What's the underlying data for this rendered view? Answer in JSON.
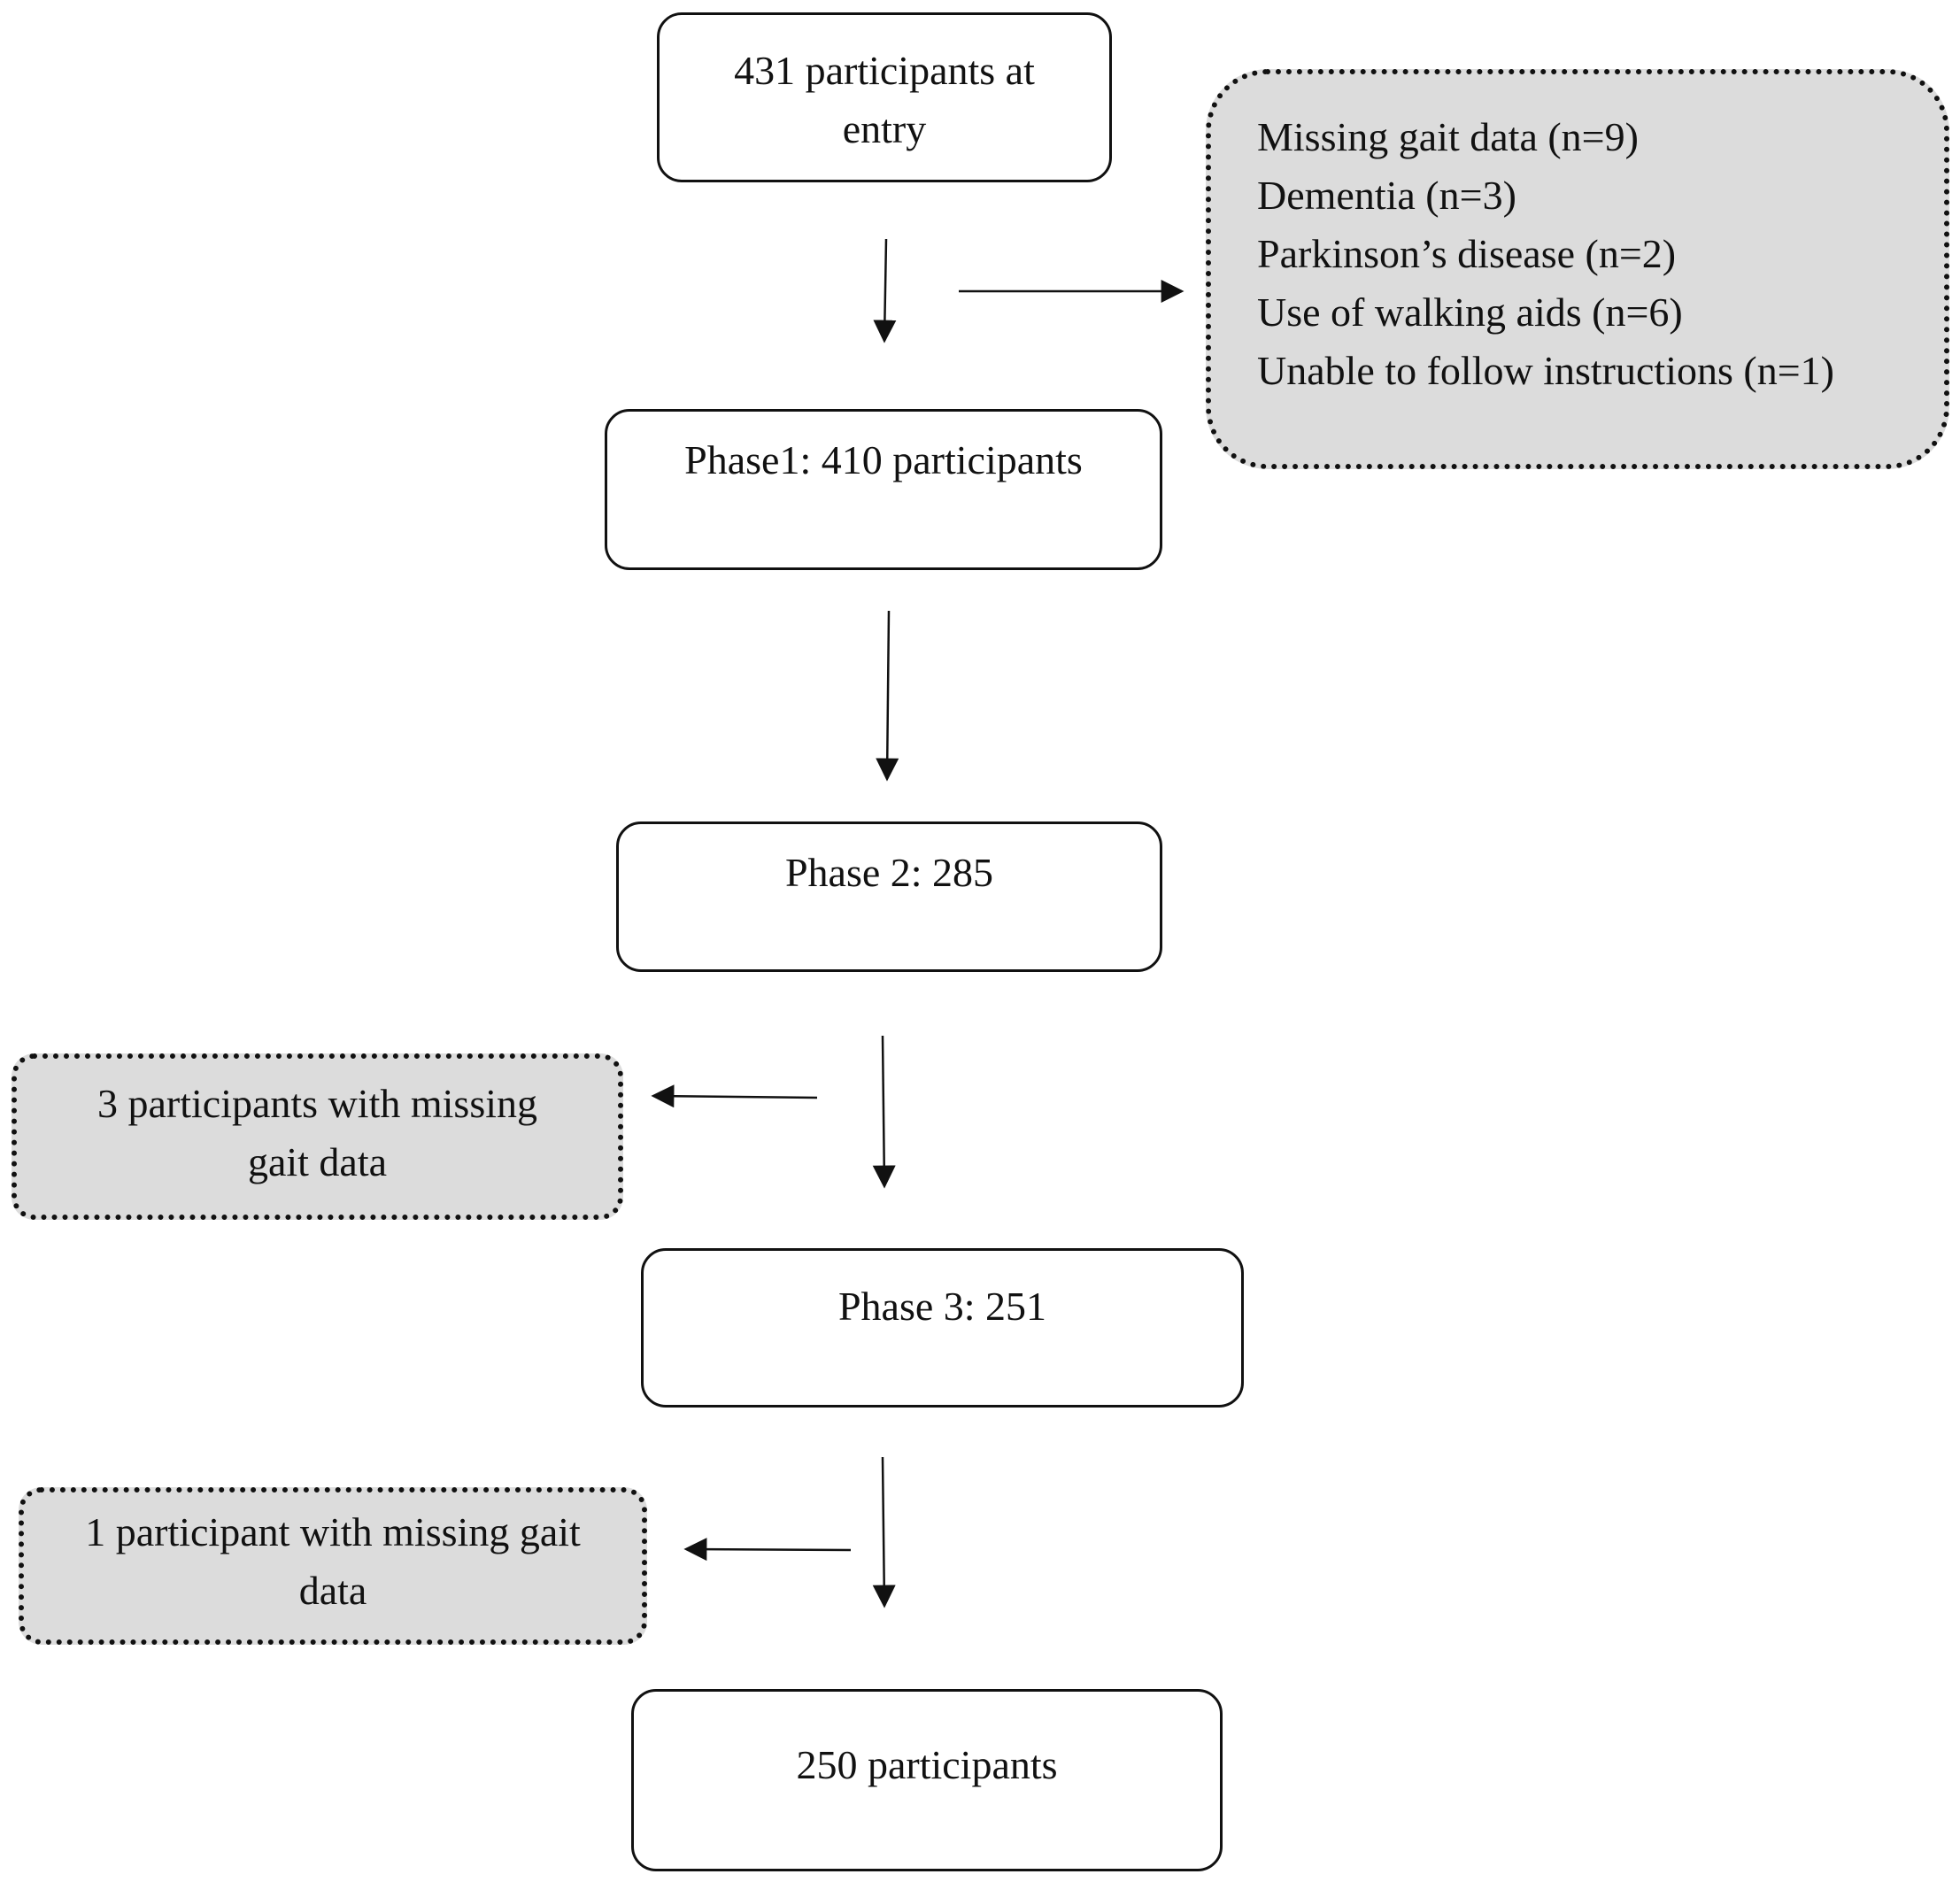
{
  "boxes": {
    "entry": {
      "lines": [
        "431 participants at",
        "entry"
      ]
    },
    "exclusions": {
      "items": [
        "Missing gait data (n=9)",
        "Dementia (n=3)",
        "Parkinson’s disease (n=2)",
        "Use of walking aids (n=6)",
        "Unable to follow instructions (n=1)"
      ]
    },
    "phase1": {
      "text": "Phase1: 410 participants"
    },
    "phase2": {
      "text": "Phase 2: 285"
    },
    "missing3": {
      "lines": [
        "3 participants with missing",
        "gait data"
      ]
    },
    "phase3": {
      "text": "Phase 3: 251"
    },
    "missing1": {
      "lines": [
        "1 participant with missing gait",
        "data"
      ]
    },
    "final": {
      "text": "250 participants"
    }
  },
  "colors": {
    "stroke": "#111111",
    "exclusion_fill": "#dcdcdc",
    "box_fill": "#ffffff"
  }
}
